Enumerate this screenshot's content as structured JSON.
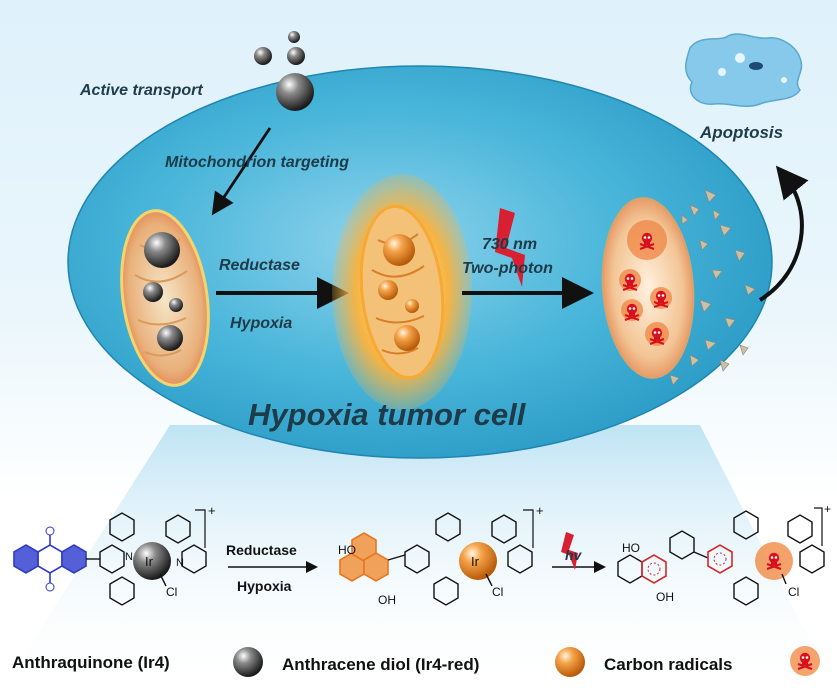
{
  "labels": {
    "active_transport": "Active transport",
    "mitochondrion_targeting": "Mitochondrion targeting",
    "apoptosis": "Apoptosis",
    "reductase": "Reductase",
    "hypoxia": "Hypoxia",
    "wavelength": "730 nm",
    "two_photon": "Two-photon",
    "cell_title": "Hypoxia tumor cell"
  },
  "scheme": {
    "reductase": "Reductase",
    "hypoxia": "Hypoxia",
    "hv": "hv",
    "charge": "+",
    "metal": "Ir",
    "cl": "Cl",
    "n": "N",
    "oh": "HO",
    "oh2": "OH"
  },
  "legend": {
    "item1": "Anthraquinone (Ir4)",
    "item2": "Anthracene diol (Ir4-red)",
    "item3": "Carbon radicals"
  },
  "colors": {
    "cell": "#3fb2d6",
    "gray_sphere": "#5a5a5a",
    "orange_sphere": "#f08a24",
    "skull_red": "#d8101e",
    "lightning": "#d82032",
    "anthraquinone_blue": "#2d3cc8",
    "diol_orange": "#e87722",
    "radical_red": "#d22a2a"
  }
}
